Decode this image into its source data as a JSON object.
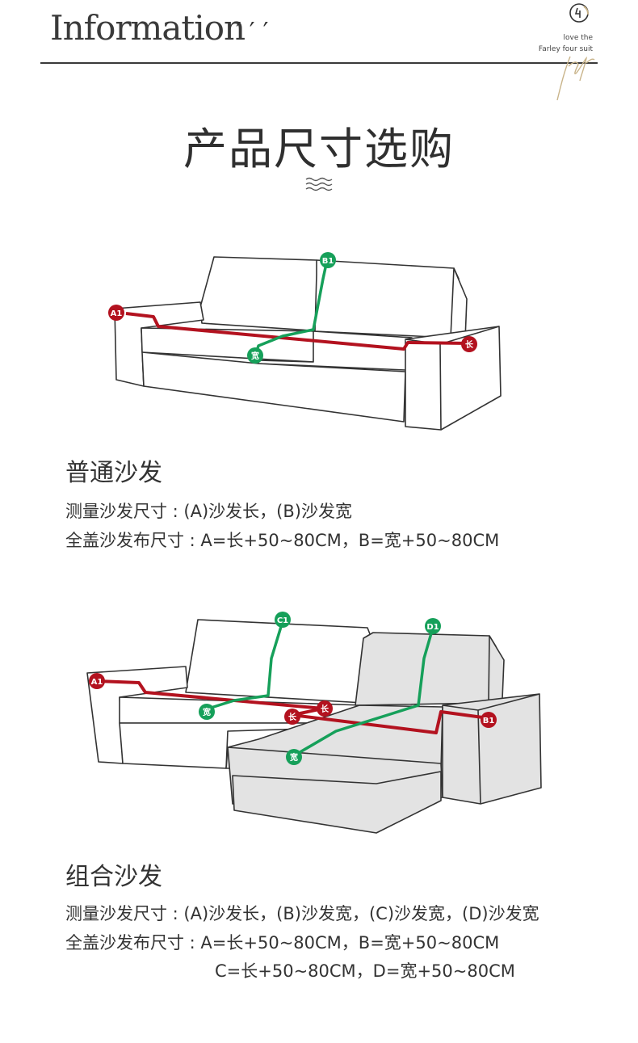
{
  "header": {
    "title": "Information",
    "ticks": "′′′",
    "brand_line1": "love the",
    "brand_line2": "Farley four suit"
  },
  "section": {
    "title": "产品尺寸选购"
  },
  "sofa_regular": {
    "heading": "普通沙发",
    "measure": "测量沙发尺寸 : (A)沙发长，(B)沙发宽",
    "cover": "全盖沙发布尺寸 : A=长+50~80CM，B=宽+50~80CM",
    "labels": {
      "a1": "A1",
      "b1": "B1",
      "length": "长",
      "width": "宽"
    }
  },
  "sofa_combo": {
    "heading": "组合沙发",
    "measure": "测量沙发尺寸 : (A)沙发长，(B)沙发宽，(C)沙发宽，(D)沙发宽",
    "cover1": "全盖沙发布尺寸 : A=长+50~80CM，B=宽+50~80CM",
    "cover2": "C=长+50~80CM，D=宽+50~80CM",
    "labels": {
      "a1": "A1",
      "b1": "B1",
      "c1": "C1",
      "d1": "D1",
      "length": "长",
      "width": "宽"
    }
  },
  "colors": {
    "red": "#b3121f",
    "green": "#16a05a",
    "text": "#333333",
    "gold": "#c9b48a",
    "chaise": "#e3e3e3"
  }
}
